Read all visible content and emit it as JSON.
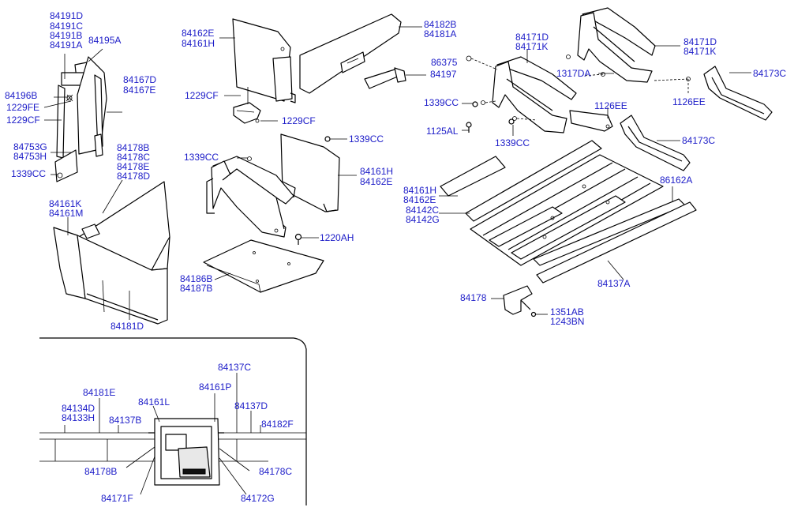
{
  "labels": {
    "l84191d": "84191D",
    "l84191c": "84191C",
    "l84191b": "84191B",
    "l84191a": "84191A",
    "l84195a": "84195A",
    "l84167d": "84167D",
    "l84167e": "84167E",
    "l84196b": "84196B",
    "l1229fe": "1229FE",
    "l1229cf_a": "1229CF",
    "l84753g": "84753G",
    "l84753h": "84753H",
    "l1339cc_a": "1339CC",
    "l84178b_a": "84178B",
    "l84178c_a": "84178C",
    "l84178e": "84178E",
    "l84178d": "84178D",
    "l84161k": "84161K",
    "l84161m": "84161M",
    "l84181d": "84181D",
    "l84162e_a": "84162E",
    "l84161h_a": "84161H",
    "l84182b_a": "84182B",
    "l84181a": "84181A",
    "l84197": "84197",
    "l1229cf_b": "1229CF",
    "l1229cf_c": "1229CF",
    "l1339cc_b": "1339CC",
    "l1339cc_c": "1339CC",
    "l84161h_b": "84161H",
    "l84162e_b": "84162E",
    "l1220ah": "1220AH",
    "l84186b": "84186B",
    "l84187b": "84187B",
    "l84171d_a": "84171D",
    "l84171k_a": "84171K",
    "l86375": "86375",
    "l1339cc_d": "1339CC",
    "l1125al": "1125AL",
    "l1339cc_e": "1339CC",
    "l1126ee_a": "1126EE",
    "l1317da": "1317DA",
    "l84171d_b": "84171D",
    "l84171k_b": "84171K",
    "l84173c_a": "84173C",
    "l1126ee_b": "1126EE",
    "l84173c_b": "84173C",
    "l84161h_c": "84161H",
    "l84162e_c": "84162E",
    "l84142c": "84142C",
    "l84142g": "84142G",
    "l86162a": "86162A",
    "l84137a": "84137A",
    "l84178": "84178",
    "l1351ab": "1351AB",
    "l1243bn": "1243BN",
    "l84137c": "84137C",
    "l84161p": "84161P",
    "l84181e": "84181E",
    "l84161l": "84161L",
    "l84137d": "84137D",
    "l84134d": "84134D",
    "l84133h": "84133H",
    "l84137b": "84137B",
    "l84182f": "84182F",
    "l84178b_b": "84178B",
    "l84178c_b": "84178C",
    "l84171f": "84171F",
    "l84172g": "84172G"
  },
  "colors": {
    "label": "#1c1cc8",
    "line": "#000000",
    "background": "#ffffff"
  }
}
